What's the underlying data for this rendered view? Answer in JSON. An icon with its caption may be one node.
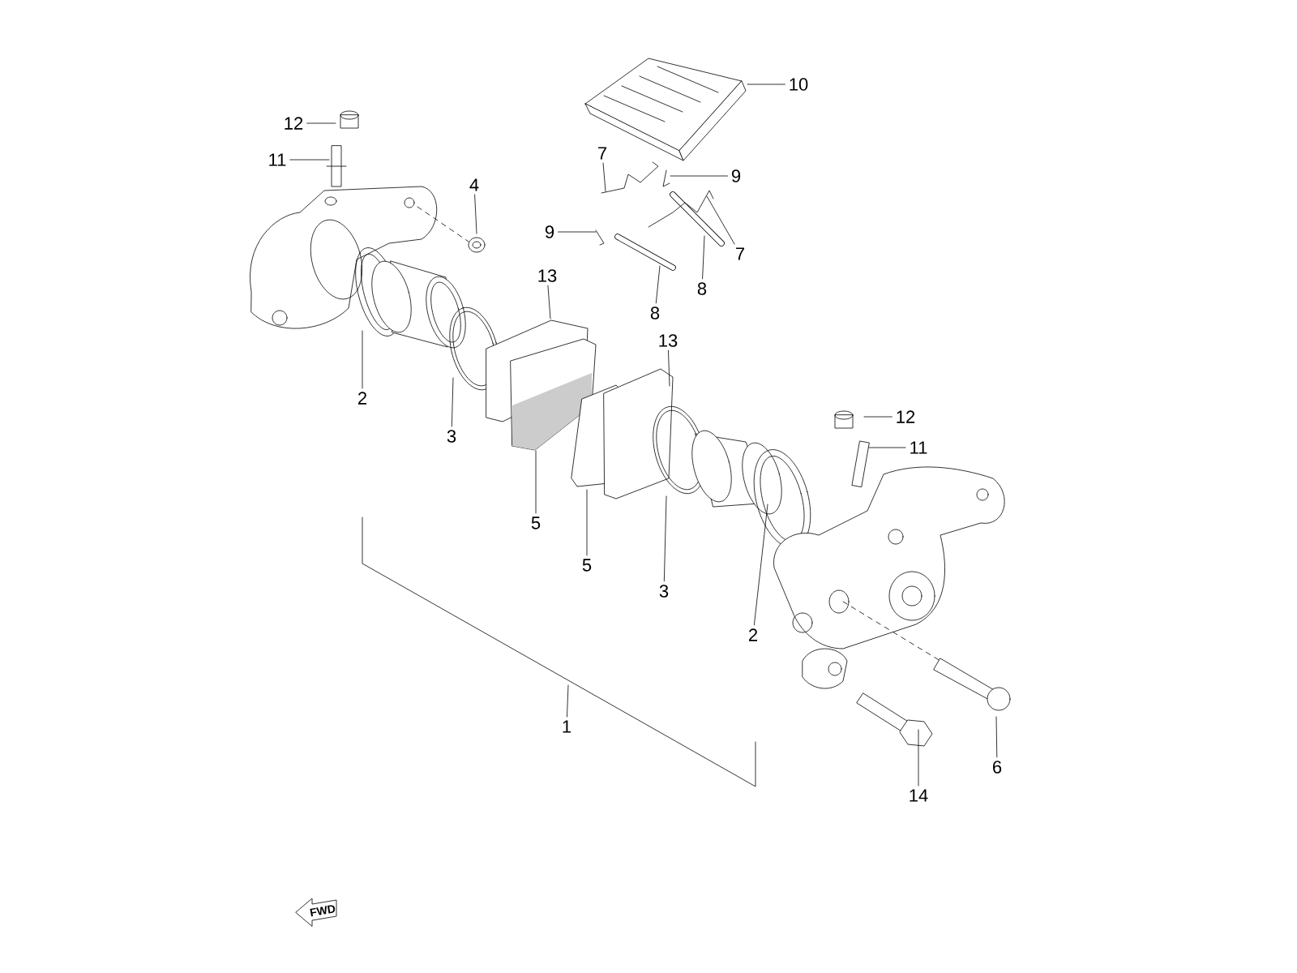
{
  "diagram": {
    "nodes": [
      {
        "text": [
          "10"
        ]
      },
      {
        "text": [
          "12"
        ]
      },
      {
        "text": [
          "11"
        ]
      },
      {
        "text": [
          "7"
        ]
      },
      {
        "text": [
          "9"
        ]
      },
      {
        "text": [
          "4"
        ]
      },
      {
        "text": [
          "9"
        ]
      },
      {
        "text": [
          "7"
        ]
      },
      {
        "text": [
          "13"
        ]
      },
      {
        "text": [
          "8"
        ]
      },
      {
        "text": [
          "8"
        ]
      },
      {
        "text": [
          "13"
        ]
      },
      {
        "text": [
          "2"
        ]
      },
      {
        "text": [
          "12"
        ]
      },
      {
        "text": [
          "3"
        ]
      },
      {
        "text": [
          "11"
        ]
      },
      {
        "text": [
          "5"
        ]
      },
      {
        "text": [
          "5"
        ]
      },
      {
        "text": [
          "3"
        ]
      },
      {
        "text": [
          "2"
        ]
      },
      {
        "text": [
          "1"
        ]
      },
      {
        "text": [
          "6"
        ]
      },
      {
        "text": [
          "14"
        ]
      }
    ],
    "edges": [
      {
        "from": 0,
        "to": null,
        "arrow": "none"
      },
      {
        "from": 1,
        "to": null,
        "arrow": "none"
      },
      {
        "from": 2,
        "to": null,
        "arrow": "none"
      },
      {
        "from": 3,
        "to": null,
        "arrow": "none"
      },
      {
        "from": 4,
        "to": null,
        "arrow": "none"
      },
      {
        "from": 5,
        "to": null,
        "arrow": "none"
      },
      {
        "from": 6,
        "to": null,
        "arrow": "none"
      },
      {
        "from": 7,
        "to": null,
        "arrow": "none"
      },
      {
        "from": 8,
        "to": null,
        "arrow": "none"
      },
      {
        "from": 9,
        "to": null,
        "arrow": "none"
      },
      {
        "from": 10,
        "to": null,
        "arrow": "none"
      },
      {
        "from": 11,
        "to": null,
        "arrow": "none"
      },
      {
        "from": 12,
        "to": null,
        "arrow": "none"
      },
      {
        "from": 13,
        "to": null,
        "arrow": "none"
      },
      {
        "from": 14,
        "to": null,
        "arrow": "none"
      },
      {
        "from": 15,
        "to": null,
        "arrow": "none"
      },
      {
        "from": 16,
        "to": null,
        "arrow": "none"
      },
      {
        "from": 17,
        "to": null,
        "arrow": "none"
      },
      {
        "from": 18,
        "to": null,
        "arrow": "none"
      },
      {
        "from": 19,
        "to": null,
        "arrow": "none"
      },
      {
        "from": 20,
        "to": null,
        "arrow": "none"
      },
      {
        "from": 21,
        "to": null,
        "arrow": "none"
      },
      {
        "from": 22,
        "to": null,
        "arrow": "none"
      }
    ],
    "labels": [
      "FWD"
    ]
  }
}
